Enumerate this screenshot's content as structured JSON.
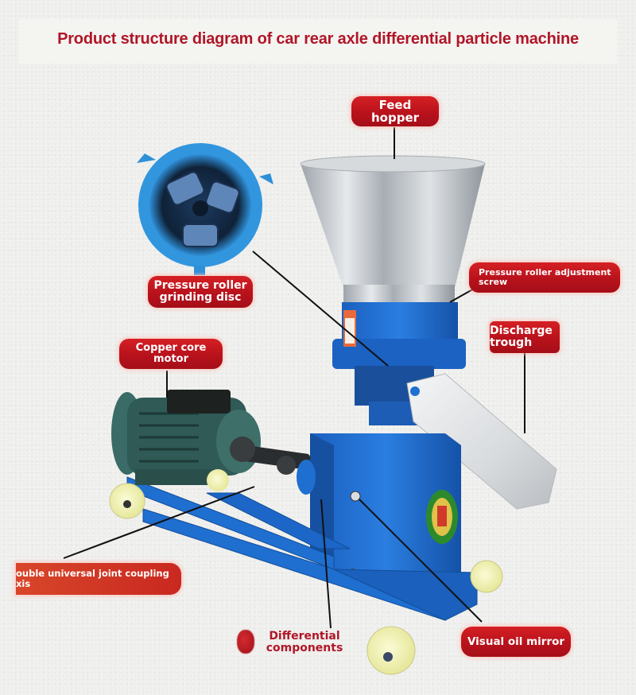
{
  "title": "Product structure diagram of car rear axle differential particle machine",
  "labels": {
    "feed_hopper": [
      "Feed",
      "hopper"
    ],
    "pressure_roller_grinding_disc": [
      "Pressure roller",
      "grinding disc"
    ],
    "pressure_roller_adjustment_screw": [
      "Pressure roller adjustment",
      "screw"
    ],
    "discharge_trough": [
      "Discharge",
      "trough"
    ],
    "copper_core_motor": [
      "Copper core",
      "motor"
    ],
    "double_universal_joint": [
      "ouble universal joint coupling",
      "xis"
    ],
    "differential_components": [
      "Differential",
      "components"
    ],
    "visual_oil_mirror": [
      "Visual oil mirror"
    ]
  },
  "colors": {
    "label_red": "#b8121c",
    "title_red": "#b01627",
    "machine_blue": "#1f6fd0",
    "steel": "#c9cdd2",
    "wheel_yellow": "#f5f5b8",
    "motor_green": "#2f5a55"
  }
}
